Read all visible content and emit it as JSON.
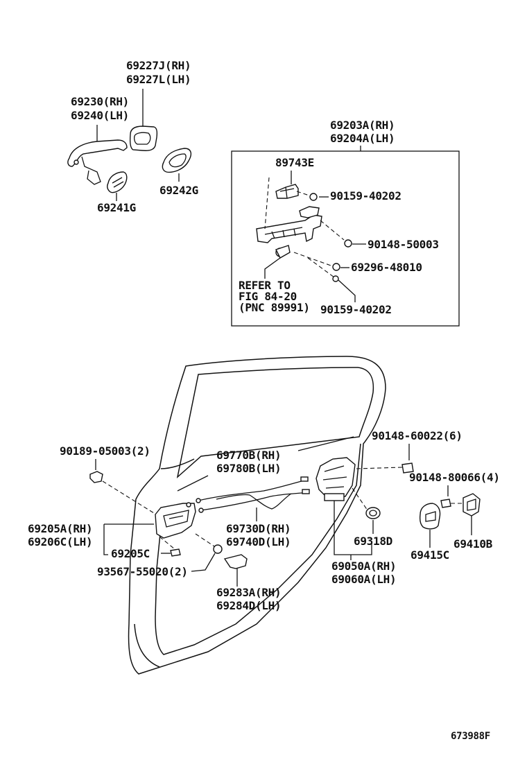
{
  "labels": {
    "p69227": [
      "69227J(RH)",
      "69227L(LH)"
    ],
    "p69230": [
      "69230(RH)",
      "69240(LH)"
    ],
    "p69242": "69242G",
    "p69241": "69241G",
    "p69203": [
      "69203A(RH)",
      "69204A(LH)"
    ],
    "p89743": "89743E",
    "p90159a": "90159-40202",
    "p90148_50003": "90148-50003",
    "p69296": "69296-48010",
    "refer": [
      "REFER TO",
      "FIG 84-20",
      "(PNC 89991)"
    ],
    "p90159b": "90159-40202",
    "p90189": "90189-05003(2)",
    "p69770": [
      "69770B(RH)",
      "69780B(LH)"
    ],
    "p90148_60022": "90148-60022(6)",
    "p90148_80066": "90148-80066(4)",
    "p69205": [
      "69205A(RH)",
      "69206C(LH)"
    ],
    "p69730": [
      "69730D(RH)",
      "69740D(LH)"
    ],
    "p69318": "69318D",
    "p69410": "69410B",
    "p69415": "69415C",
    "p69205C": "69205C",
    "p93567": "93567-55020(2)",
    "p69050": [
      "69050A(RH)",
      "69060A(LH)"
    ],
    "p69283": [
      "69283A(RH)",
      "69284D(LH)"
    ],
    "figure_id": "673988F"
  }
}
